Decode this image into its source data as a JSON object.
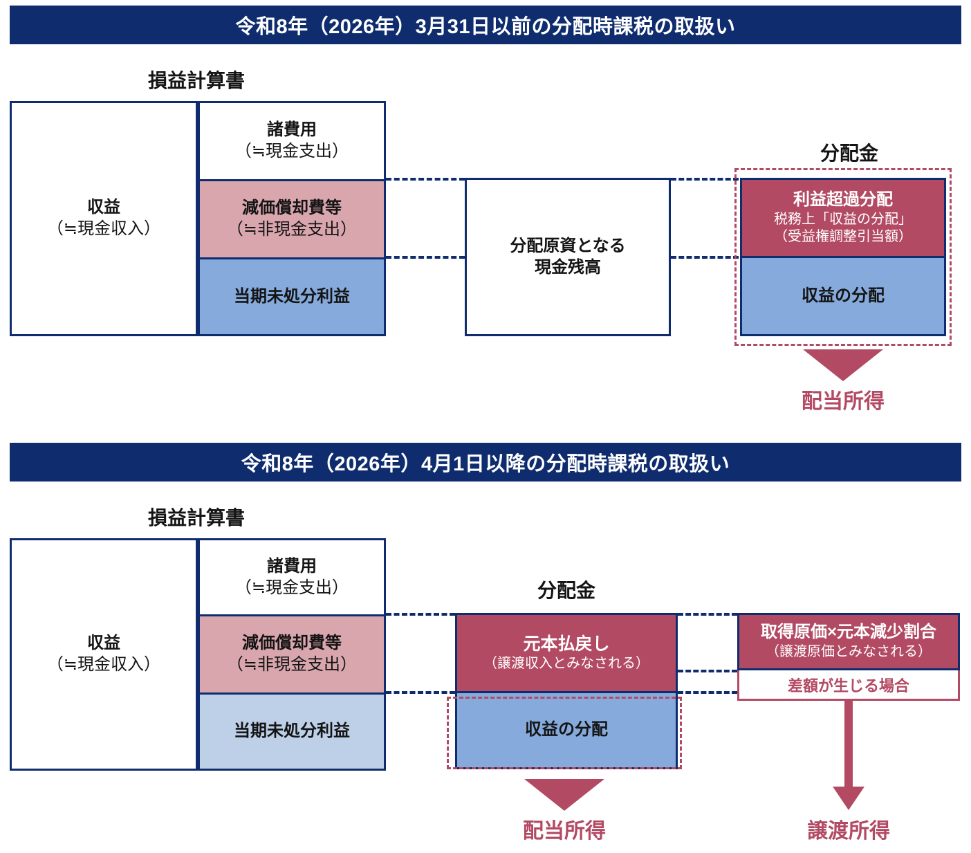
{
  "page": {
    "title": "分配時課税の取扱い比較図",
    "colors": {
      "navy": "#0f2d6e",
      "dark_red": "#b34a63",
      "pink": "#d9a6ae",
      "blue": "#85aadb",
      "blue_light": "#bdd0e8",
      "white": "#ffffff"
    }
  },
  "sections": [
    {
      "id": "before",
      "banner": "令和8年（2026年）3月31日以前の分配時課税の取扱い",
      "pl_title": "損益計算書",
      "revenue": {
        "line1": "収益",
        "line2": "（≒現金収入）"
      },
      "expenses": [
        {
          "name": "shohiyou",
          "line1": "諸費用",
          "line2": "（≒現金支出）"
        },
        {
          "name": "genka-shoukyaku",
          "line1": "減価償却費等",
          "line2": "（≒非現金支出）"
        },
        {
          "name": "touki-mishobun-rieki",
          "line1": "当期未処分利益",
          "line2": ""
        }
      ],
      "cash_box": {
        "line1": "分配原資となる",
        "line2": "現金残高"
      },
      "distribution_title": "分配金",
      "distribution": [
        {
          "name": "rieki-chouka-bunpai",
          "line1": "利益超過分配",
          "line2": "税務上「収益の分配」",
          "line3": "（受益権調整引当額）"
        },
        {
          "name": "shuueki-no-bunpai",
          "line1": "収益の分配",
          "line2": "",
          "line3": ""
        }
      ],
      "outcome": "配当所得"
    },
    {
      "id": "after",
      "banner": "令和8年（2026年）4月1日以降の分配時課税の取扱い",
      "pl_title": "損益計算書",
      "revenue": {
        "line1": "収益",
        "line2": "（≒現金収入）"
      },
      "expenses": [
        {
          "name": "shohiyou",
          "line1": "諸費用",
          "line2": "（≒現金支出）"
        },
        {
          "name": "genka-shoukyaku",
          "line1": "減価償却費等",
          "line2": "（≒非現金支出）"
        },
        {
          "name": "touki-mishobun-rieki",
          "line1": "当期未処分利益",
          "line2": ""
        }
      ],
      "distribution_title": "分配金",
      "distribution": [
        {
          "name": "ganpon-haraimodoshi",
          "line1": "元本払戻し",
          "line2": "（譲渡収入とみなされる）"
        },
        {
          "name": "shuueki-no-bunpai",
          "line1": "収益の分配",
          "line2": ""
        }
      ],
      "cost_box": {
        "line1": "取得原価×元本減少割合",
        "line2": "（譲渡原価とみなされる）"
      },
      "note": "差額が生じる場合",
      "outcomes": [
        {
          "name": "haitou-shotoku",
          "label": "配当所得"
        },
        {
          "name": "jouto-shotoku",
          "label": "譲渡所得"
        }
      ]
    }
  ]
}
